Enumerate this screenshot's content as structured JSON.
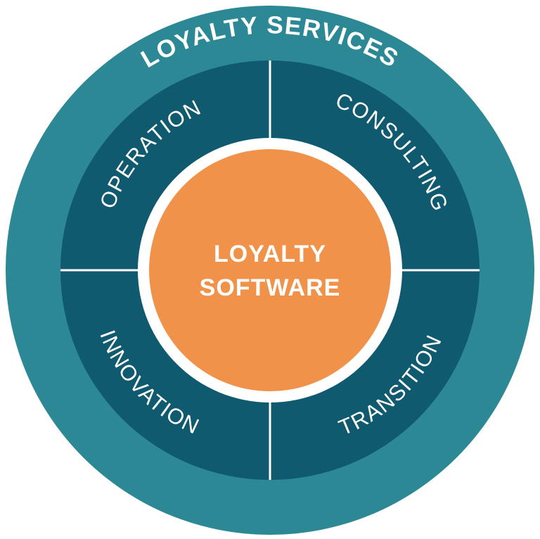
{
  "diagram": {
    "outer_ring": {
      "label": "LOYALTY SERVICES",
      "color": "#2b8894"
    },
    "quadrants": {
      "color": "#0f5a6e",
      "divider_color": "#ffffff",
      "items": [
        {
          "id": "operation",
          "label": "OPERATION"
        },
        {
          "id": "consulting",
          "label": "CONSULTING"
        },
        {
          "id": "innovation",
          "label": "INNOVATION"
        },
        {
          "id": "transition",
          "label": "TRANSITION"
        }
      ]
    },
    "center": {
      "line1": "LOYALTY",
      "line2": "SOFTWARE",
      "color": "#f0924a",
      "ring_color": "#ffffff"
    }
  }
}
